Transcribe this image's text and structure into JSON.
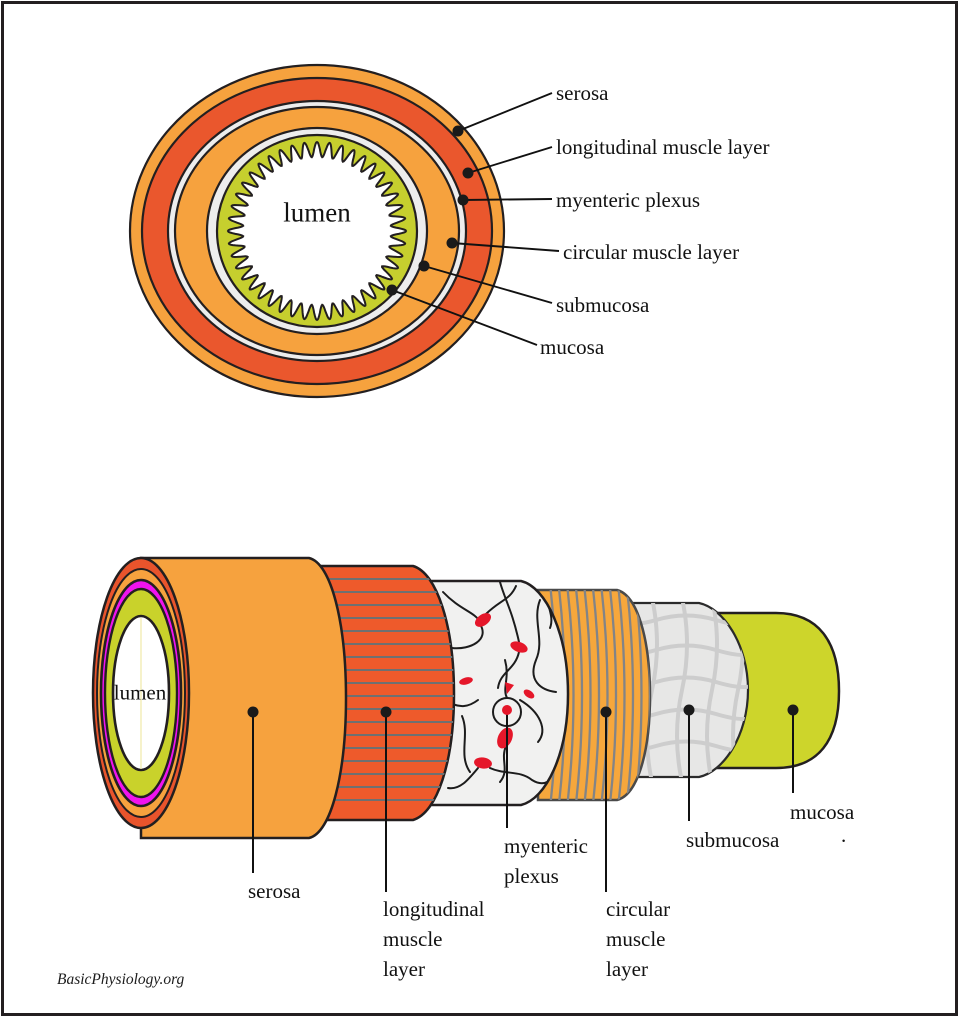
{
  "cross_section": {
    "lumen": "lumen",
    "labels": {
      "serosa": "serosa",
      "longitudinal": "longitudinal muscle layer",
      "myenteric": "myenteric plexus",
      "circular": "circular muscle layer",
      "submucosa": "submucosa",
      "mucosa": "mucosa"
    }
  },
  "cylinder": {
    "lumen": "lumen",
    "labels": {
      "serosa": "serosa",
      "longitudinal": "longitudinal muscle layer",
      "myenteric": "myenteric plexus",
      "circular": "circular muscle layer",
      "submucosa": "submucosa",
      "mucosa": "mucosa"
    },
    "trailing_period": "."
  },
  "watermark": "BasicPhysiology.org",
  "colors": {
    "outline": "#231F20",
    "serosa_orange": "#F6A23E",
    "muscle_red": "#EA572D",
    "plexus_gray": "#F1F1F0",
    "submucosa_gray": "#E7E7E6",
    "mucosa_green": "#C6CF2E",
    "magenta_ring": "#F013EE",
    "neuron_red": "#E5172A"
  }
}
